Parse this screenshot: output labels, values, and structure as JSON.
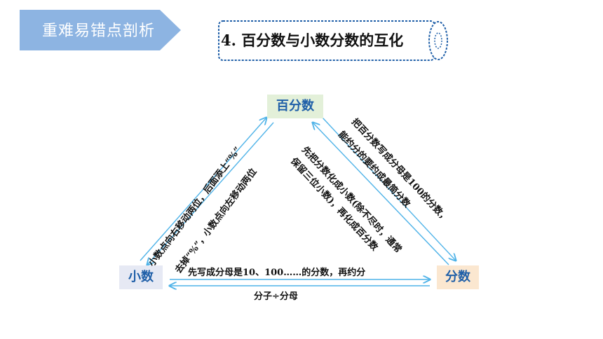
{
  "banner": {
    "text": "重难易错点剖析"
  },
  "title": {
    "text": "4. 百分数与小数分数的互化"
  },
  "nodes": {
    "percent": "百分数",
    "decimal": "小数",
    "fraction": "分数"
  },
  "edges": {
    "decimal_to_percent": "小数点向右移动两位，后面添上“%”",
    "percent_to_decimal": "去掉“%”，小数点向左移动两位",
    "percent_to_fraction_line1": "把百分数写成分母是100的分数，",
    "percent_to_fraction_line2": "能约分的要约成最简分数",
    "fraction_to_percent_line1": "先把分数化成小数(除不尽时，通常",
    "fraction_to_percent_line2": "保留三位小数)，再化成百分数",
    "decimal_to_fraction": "先写成分母是10、100……的分数，再约分",
    "fraction_to_decimal": "分子÷分母"
  },
  "colors": {
    "banner": "#8db4e2",
    "scroll_border": "#1f5fa8",
    "arrow": "#4fb3e8",
    "node_text": "#1f5fa8"
  }
}
